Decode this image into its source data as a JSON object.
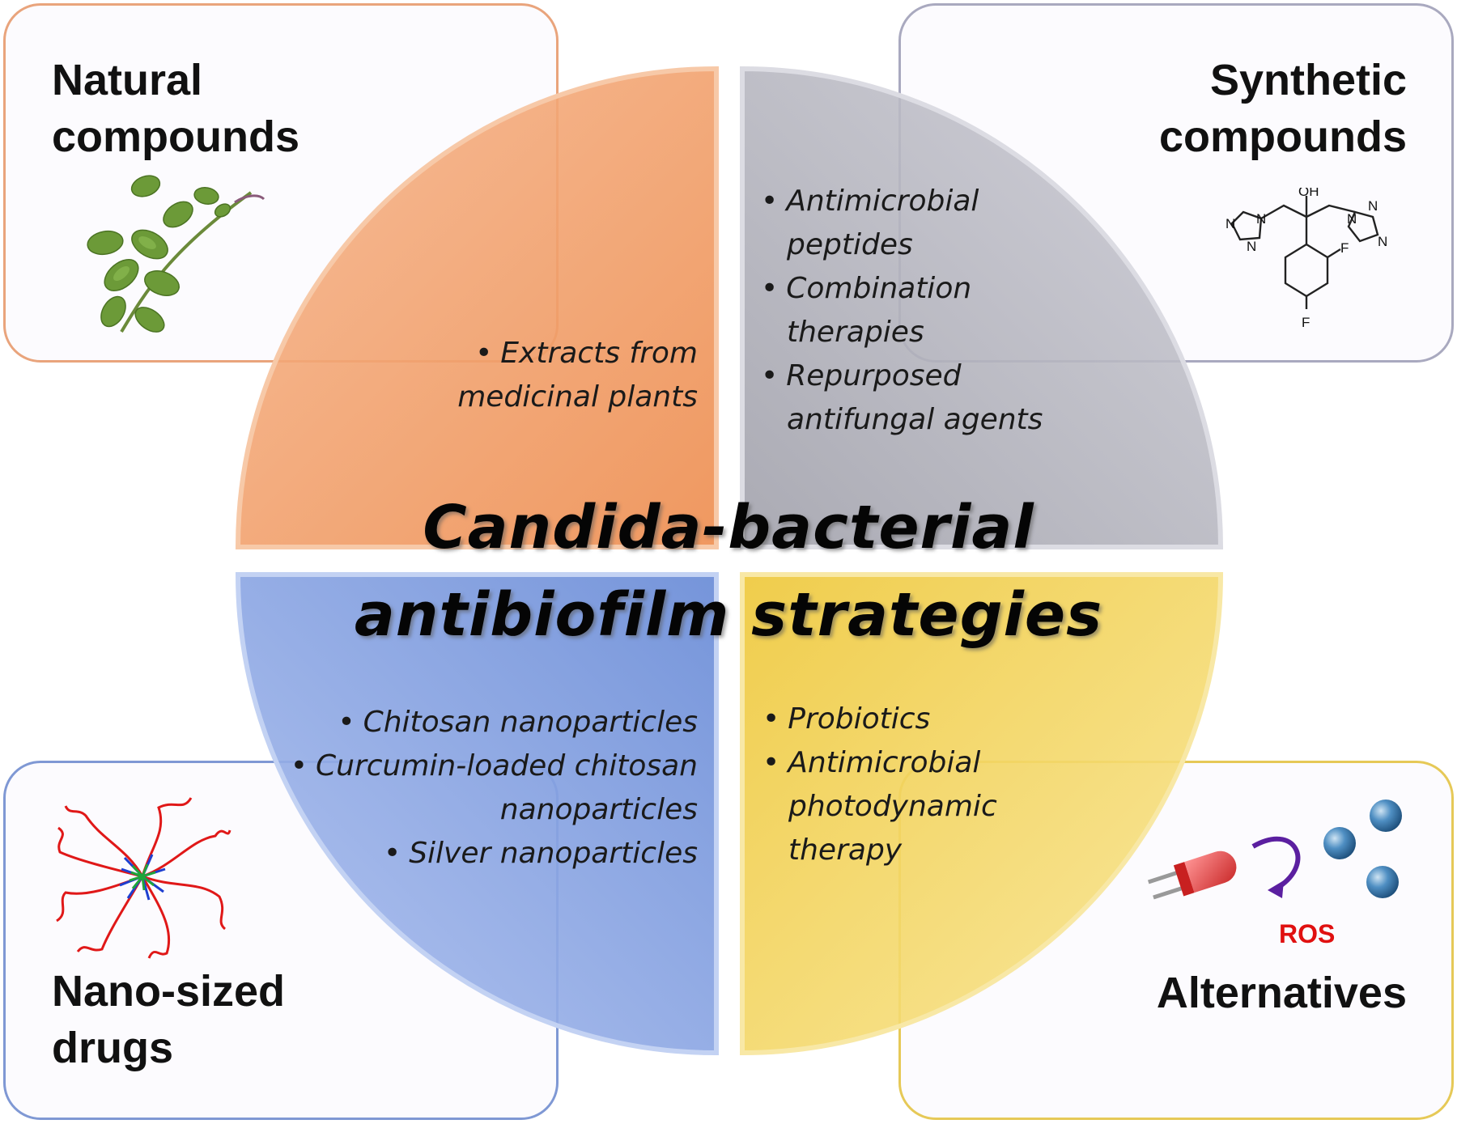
{
  "diagram": {
    "center_title_line1": "Candida-bacterial",
    "center_title_line2": "antibiofilm strategies",
    "colors": {
      "natural": "#f2a06b",
      "synthetic": "#b3b3bd",
      "nano": "#7f9edf",
      "alternatives": "#f2cf55"
    }
  },
  "natural": {
    "title_line1": "Natural",
    "title_line2": "compounds",
    "bullets": [
      {
        "line1": "Extracts from",
        "line2": "medicinal plants"
      }
    ],
    "icon": "oregano-plant-icon"
  },
  "synthetic": {
    "title_line1": "Synthetic",
    "title_line2": "compounds",
    "bullets": [
      {
        "line1": "Antimicrobial",
        "line2": "peptides"
      },
      {
        "line1": "Combination",
        "line2": "therapies"
      },
      {
        "line1": "Repurposed",
        "line2": "antifungal agents"
      }
    ],
    "icon": "fluconazole-structure-icon",
    "structure_labels": {
      "oh": "OH",
      "f1": "F",
      "f2": "F",
      "n": "N"
    }
  },
  "nano": {
    "title_line1": "Nano-sized",
    "title_line2": "drugs",
    "bullets": [
      {
        "line1": "Chitosan nanoparticles",
        "line2": ""
      },
      {
        "line1": "Curcumin-loaded chitosan",
        "line2": "nanoparticles"
      },
      {
        "line1": "Silver nanoparticles",
        "line2": ""
      }
    ],
    "icon": "polymer-nanoparticle-icon"
  },
  "alternatives": {
    "title": "Alternatives",
    "bullets": [
      {
        "line1": "Probiotics",
        "line2": ""
      },
      {
        "line1": "Antimicrobial",
        "line2": "photodynamic"
      },
      {
        "line1": "therapy",
        "line2": ""
      }
    ],
    "ros_label": "ROS",
    "icon": "led-ros-icon"
  }
}
